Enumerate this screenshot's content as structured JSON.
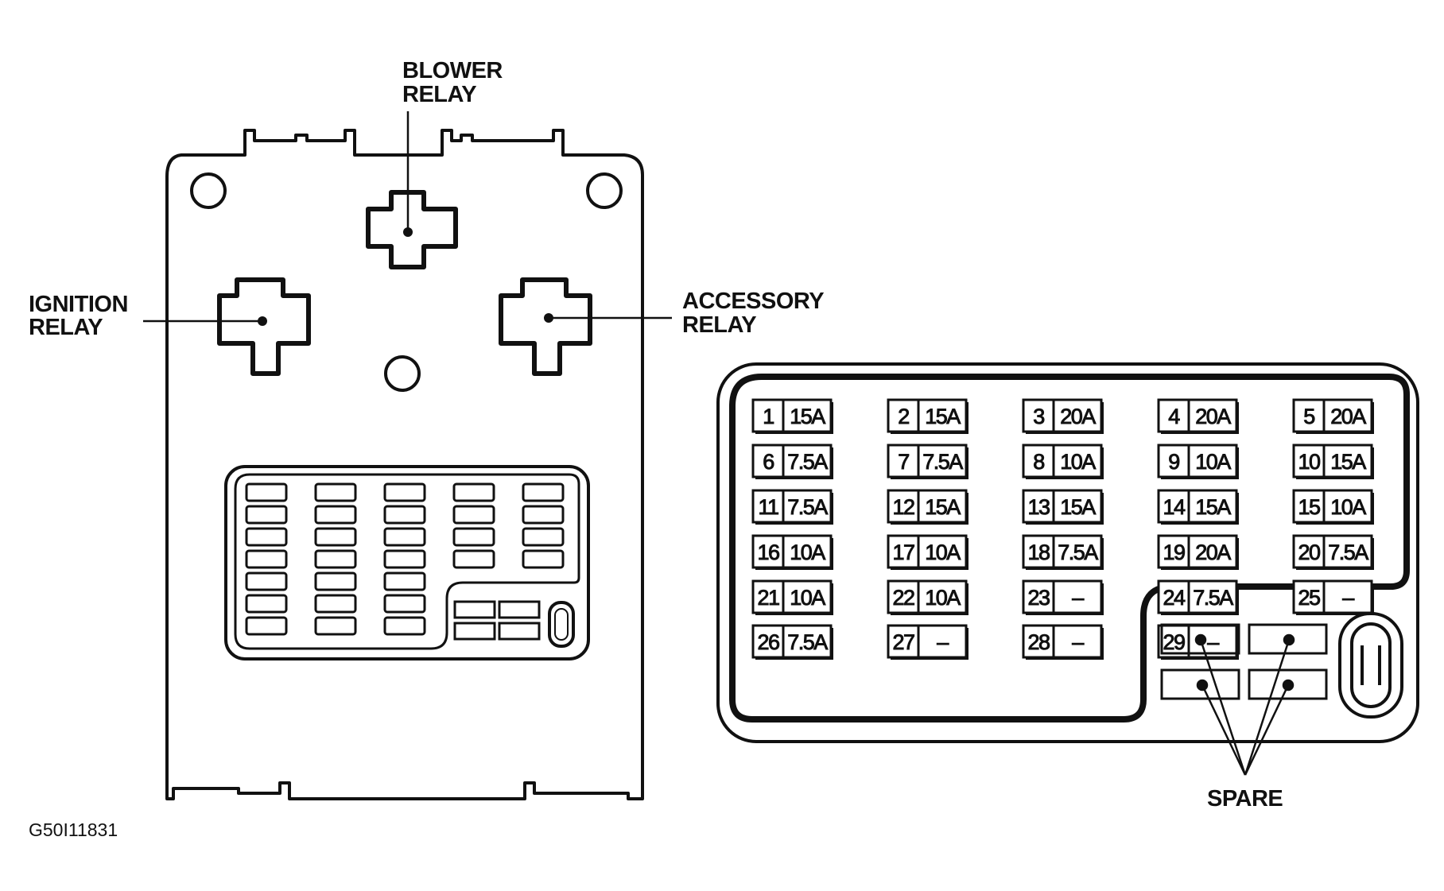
{
  "labels": {
    "blower_relay": [
      "BLOWER",
      "RELAY"
    ],
    "ignition_relay": [
      "IGNITION",
      "RELAY"
    ],
    "accessory_relay": [
      "ACCESSORY",
      "RELAY"
    ],
    "spare": "SPARE",
    "figure_id": "G50I11831"
  },
  "fuses": [
    {
      "num": "1",
      "amp": "15A"
    },
    {
      "num": "2",
      "amp": "15A"
    },
    {
      "num": "3",
      "amp": "20A"
    },
    {
      "num": "4",
      "amp": "20A"
    },
    {
      "num": "5",
      "amp": "20A"
    },
    {
      "num": "6",
      "amp": "7.5A"
    },
    {
      "num": "7",
      "amp": "7.5A"
    },
    {
      "num": "8",
      "amp": "10A"
    },
    {
      "num": "9",
      "amp": "10A"
    },
    {
      "num": "10",
      "amp": "15A"
    },
    {
      "num": "11",
      "amp": "7.5A"
    },
    {
      "num": "12",
      "amp": "15A"
    },
    {
      "num": "13",
      "amp": "15A"
    },
    {
      "num": "14",
      "amp": "15A"
    },
    {
      "num": "15",
      "amp": "10A"
    },
    {
      "num": "16",
      "amp": "10A"
    },
    {
      "num": "17",
      "amp": "10A"
    },
    {
      "num": "18",
      "amp": "7.5A"
    },
    {
      "num": "19",
      "amp": "20A"
    },
    {
      "num": "20",
      "amp": "7.5A"
    },
    {
      "num": "21",
      "amp": "10A"
    },
    {
      "num": "22",
      "amp": "10A"
    },
    {
      "num": "23",
      "amp": "–"
    },
    {
      "num": "24",
      "amp": "7.5A"
    },
    {
      "num": "25",
      "amp": "–"
    },
    {
      "num": "26",
      "amp": "7.5A"
    },
    {
      "num": "27",
      "amp": "–"
    },
    {
      "num": "28",
      "amp": "–"
    },
    {
      "num": "29",
      "amp": "–"
    }
  ]
}
